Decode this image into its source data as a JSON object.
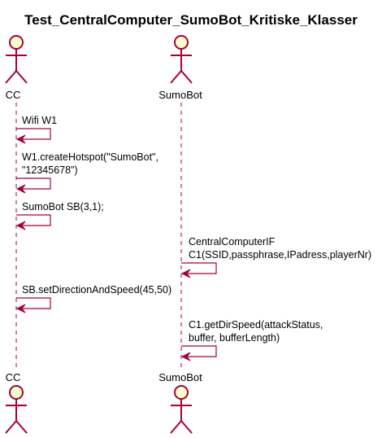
{
  "title": "Test_CentralComputer_SumoBot_Kritiske_Klasser",
  "colors": {
    "line": "#a80036",
    "actor_fill": "#fefece"
  },
  "participants": [
    {
      "id": "cc",
      "name": "CC"
    },
    {
      "id": "sumobot",
      "name": "SumoBot"
    }
  ],
  "messages": [
    {
      "from": "cc",
      "lines": [
        "Wifi W1"
      ]
    },
    {
      "from": "cc",
      "lines": [
        "W1.createHotspot(\"SumoBot\",",
        "\"12345678\")"
      ]
    },
    {
      "from": "cc",
      "lines": [
        "SumoBot SB(3,1);"
      ]
    },
    {
      "from": "sumobot",
      "lines": [
        "CentralComputerIF",
        "C1(SSID,passphrase,IPadress,playerNr)"
      ]
    },
    {
      "from": "cc",
      "lines": [
        "SB.setDirectionAndSpeed(45,50)"
      ]
    },
    {
      "from": "sumobot",
      "lines": [
        "C1.getDirSpeed(attackStatus,",
        "buffer, bufferLength)"
      ]
    }
  ]
}
